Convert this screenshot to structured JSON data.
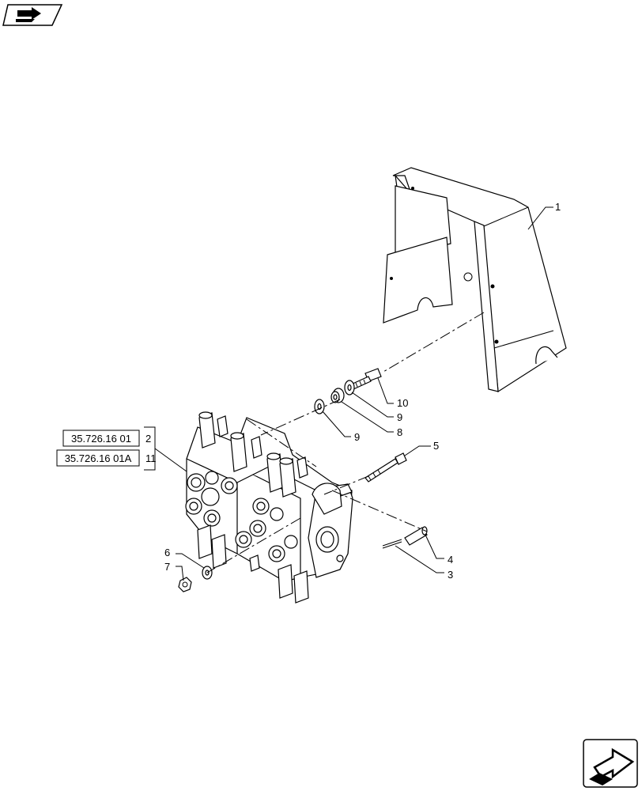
{
  "part_labels": [
    {
      "id": "1",
      "text": "1"
    },
    {
      "id": "2",
      "text": "2"
    },
    {
      "id": "3",
      "text": "3"
    },
    {
      "id": "4",
      "text": "4"
    },
    {
      "id": "5",
      "text": "5"
    },
    {
      "id": "6",
      "text": "6"
    },
    {
      "id": "7",
      "text": "7"
    },
    {
      "id": "8",
      "text": "8"
    },
    {
      "id": "9a",
      "text": "9"
    },
    {
      "id": "9b",
      "text": "9"
    },
    {
      "id": "10",
      "text": "10"
    },
    {
      "id": "11",
      "text": "11"
    }
  ],
  "references": [
    {
      "id": "ref1",
      "text": "35.726.16 01"
    },
    {
      "id": "ref2",
      "text": "35.726.16 01A"
    }
  ],
  "icons": {
    "top_left": "book-arrow-icon",
    "bottom_right": "next-page-arrow-icon"
  }
}
